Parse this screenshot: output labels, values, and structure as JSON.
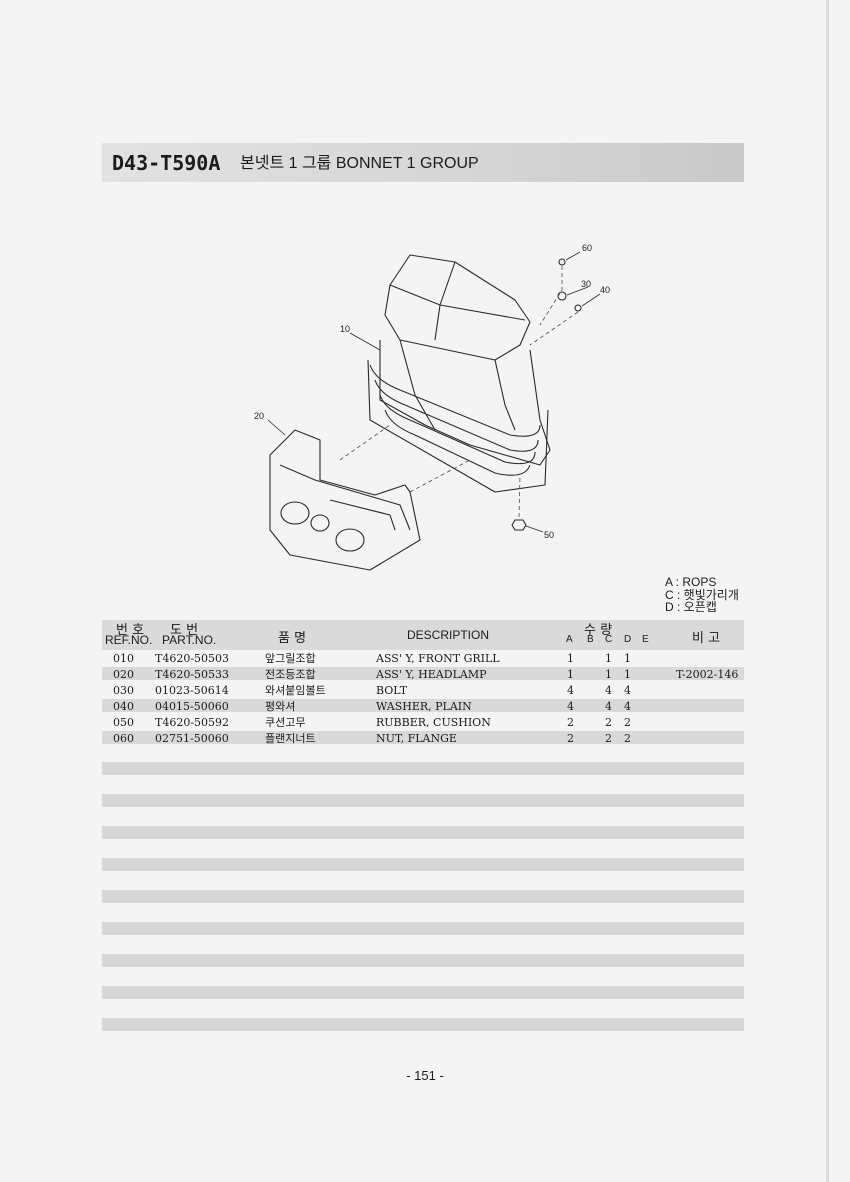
{
  "header": {
    "code": "D43-T590A",
    "title": "본넷트 1 그룹 BONNET 1 GROUP"
  },
  "figure": {
    "callouts": [
      "10",
      "20",
      "30",
      "40",
      "50",
      "60"
    ]
  },
  "legend": [
    "A : ROPS",
    "C : 햇빛가리개",
    "D : 오픈캡"
  ],
  "table": {
    "headers": {
      "no_ko": "번 호",
      "no_en": "REF.NO.",
      "part_ko": "도    번",
      "part_en": "PART.NO.",
      "name_ko": "품    명",
      "description": "DESCRIPTION",
      "qty_ko": "수    량",
      "qty_cols": [
        "A",
        "B",
        "C",
        "D",
        "E"
      ],
      "remarks_ko": "비  고"
    },
    "rows": [
      {
        "ref": "010",
        "part": "T4620-50503",
        "name": "앞그릴조합",
        "desc": "ASS' Y, FRONT GRILL",
        "a": "1",
        "c": "1",
        "d": "1",
        "remark": ""
      },
      {
        "ref": "020",
        "part": "T4620-50533",
        "name": "전조등조합",
        "desc": "ASS' Y, HEADLAMP",
        "a": "1",
        "c": "1",
        "d": "1",
        "remark": "T-2002-146"
      },
      {
        "ref": "030",
        "part": "01023-50614",
        "name": "와셔붙임볼트",
        "desc": "BOLT",
        "a": "4",
        "c": "4",
        "d": "4",
        "remark": ""
      },
      {
        "ref": "040",
        "part": "04015-50060",
        "name": "평와셔",
        "desc": "WASHER, PLAIN",
        "a": "4",
        "c": "4",
        "d": "4",
        "remark": ""
      },
      {
        "ref": "050",
        "part": "T4620-50592",
        "name": "쿠션고무",
        "desc": "RUBBER, CUSHION",
        "a": "2",
        "c": "2",
        "d": "2",
        "remark": ""
      },
      {
        "ref": "060",
        "part": "02751-50060",
        "name": "플랜지너트",
        "desc": "NUT, FLANGE",
        "a": "2",
        "c": "2",
        "d": "2",
        "remark": ""
      }
    ]
  },
  "footer": {
    "page_number": "- 151 -"
  }
}
